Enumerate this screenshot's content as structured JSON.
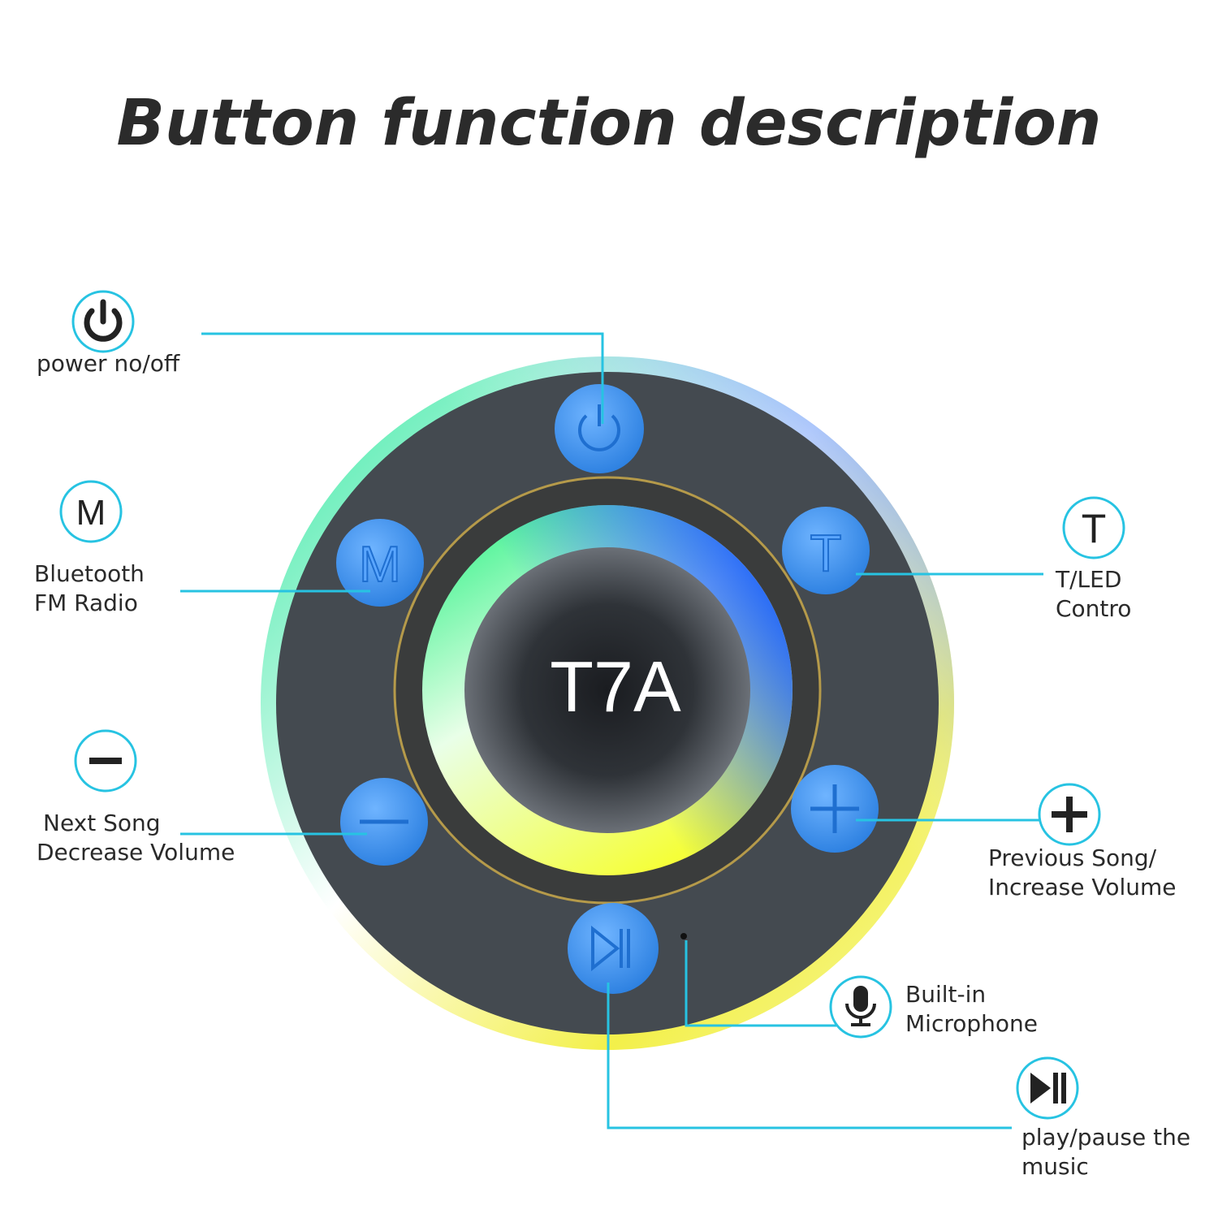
{
  "title": "Button function description",
  "device": {
    "model": "T7A",
    "button_color": "#3d8fe8",
    "ring_colors": [
      "#26e88a",
      "#f2f542",
      "#2a6cf5"
    ]
  },
  "callouts": [
    {
      "id": "power",
      "icon": "power-icon",
      "lines": [
        "power no/off"
      ]
    },
    {
      "id": "mode",
      "icon": "m-letter-icon",
      "icon_text": "M",
      "lines": [
        "Bluetooth",
        "FM Radio"
      ]
    },
    {
      "id": "tled",
      "icon": "t-letter-icon",
      "icon_text": "T",
      "lines": [
        "T/LED",
        "Contro"
      ]
    },
    {
      "id": "minus",
      "icon": "minus-icon",
      "lines": [
        "Next Song",
        "Decrease Volume"
      ]
    },
    {
      "id": "plus",
      "icon": "plus-icon",
      "lines": [
        "Previous Song/",
        "Increase Volume"
      ]
    },
    {
      "id": "mic",
      "icon": "microphone-icon",
      "lines": [
        "Built-in",
        "Microphone"
      ]
    },
    {
      "id": "play",
      "icon": "play-pause-icon",
      "lines": [
        "play/pause the",
        "music"
      ]
    }
  ]
}
